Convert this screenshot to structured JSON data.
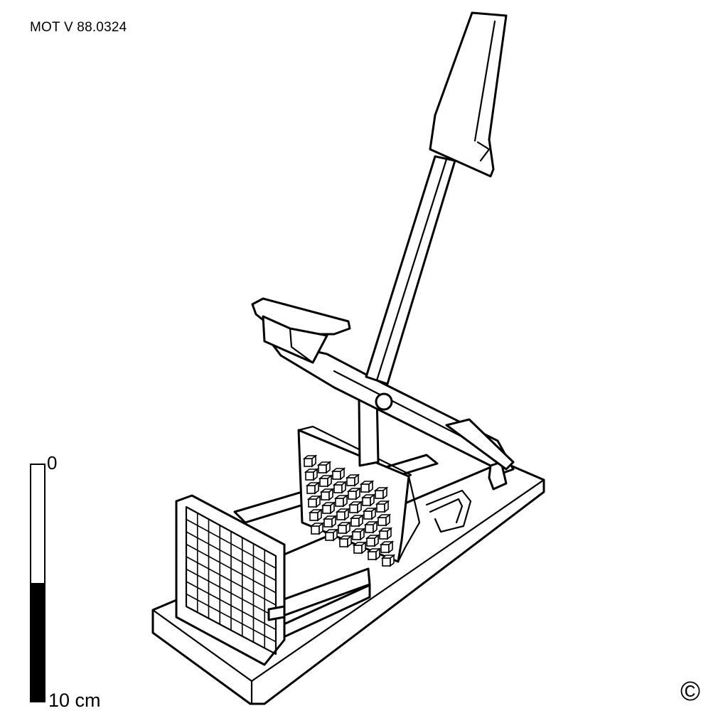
{
  "catalog": {
    "id": "MOT V 88.0324"
  },
  "scale_bar": {
    "top_label": "0",
    "bottom_label": "10 cm",
    "fill_color": "#000000"
  },
  "copyright": {
    "symbol": "©"
  },
  "illustration": {
    "icon": "french-fry-cutter-icon"
  }
}
